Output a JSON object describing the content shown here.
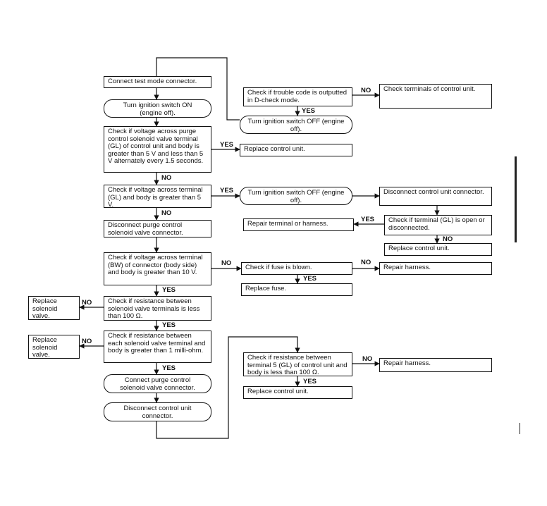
{
  "boxes": {
    "connect_test_mode": "Connect test mode connector.",
    "turn_on": "Turn ignition switch ON (engine off).",
    "check_voltage_purge": "Check if voltage across purge control solenoid valve terminal (GL) of control unit and body is greater than 5 V and less than 5 V alternately every 1.5 seconds.",
    "check_gl_body": "Check if voltage across terminal (GL) and body is greater than 5 V.",
    "disconnect_purge": "Disconnect purge control solenoid valve connector.",
    "check_bw": "Check if voltage across terminal (BW) of connector (body side) and body is greater than 10 V.",
    "check_resistance_100": "Check if resistance between solenoid valve terminals is less than 100 Ω.",
    "check_resistance_body": "Check if resistance between each solenoid valve terminal and body is greater than 1 milli-ohm.",
    "connect_purge": "Connect purge control solenoid valve connector.",
    "disconnect_control_1": "Disconnect control unit connector.",
    "replace_solenoid_1": "Replace solenoid valve.",
    "replace_solenoid_2": "Replace solenoid valve.",
    "check_trouble_code": "Check if trouble code is outputted in D-check mode.",
    "check_terminals": "Check terminals of control unit.",
    "turn_off_1": "Turn ignition switch OFF (engine off).",
    "replace_control_1": "Replace control unit.",
    "turn_off_2": "Turn ignition switch OFF (engine off).",
    "disconnect_control_2": "Disconnect control unit connector.",
    "check_open": "Check if terminal (GL) is open or disconnected.",
    "repair_terminal": "Repair terminal or harness.",
    "replace_control_2": "Replace control unit.",
    "check_fuse": "Check if fuse is blown.",
    "repair_harness_1": "Repair harness.",
    "replace_fuse": "Replace fuse.",
    "check_terminal5": "Check if resistance between terminal 5 (GL) of control unit and body is less than 100 Ω.",
    "repair_harness_2": "Repair harness.",
    "replace_control_3": "Replace control unit."
  },
  "labels": {
    "yes": "YES",
    "no": "NO"
  }
}
